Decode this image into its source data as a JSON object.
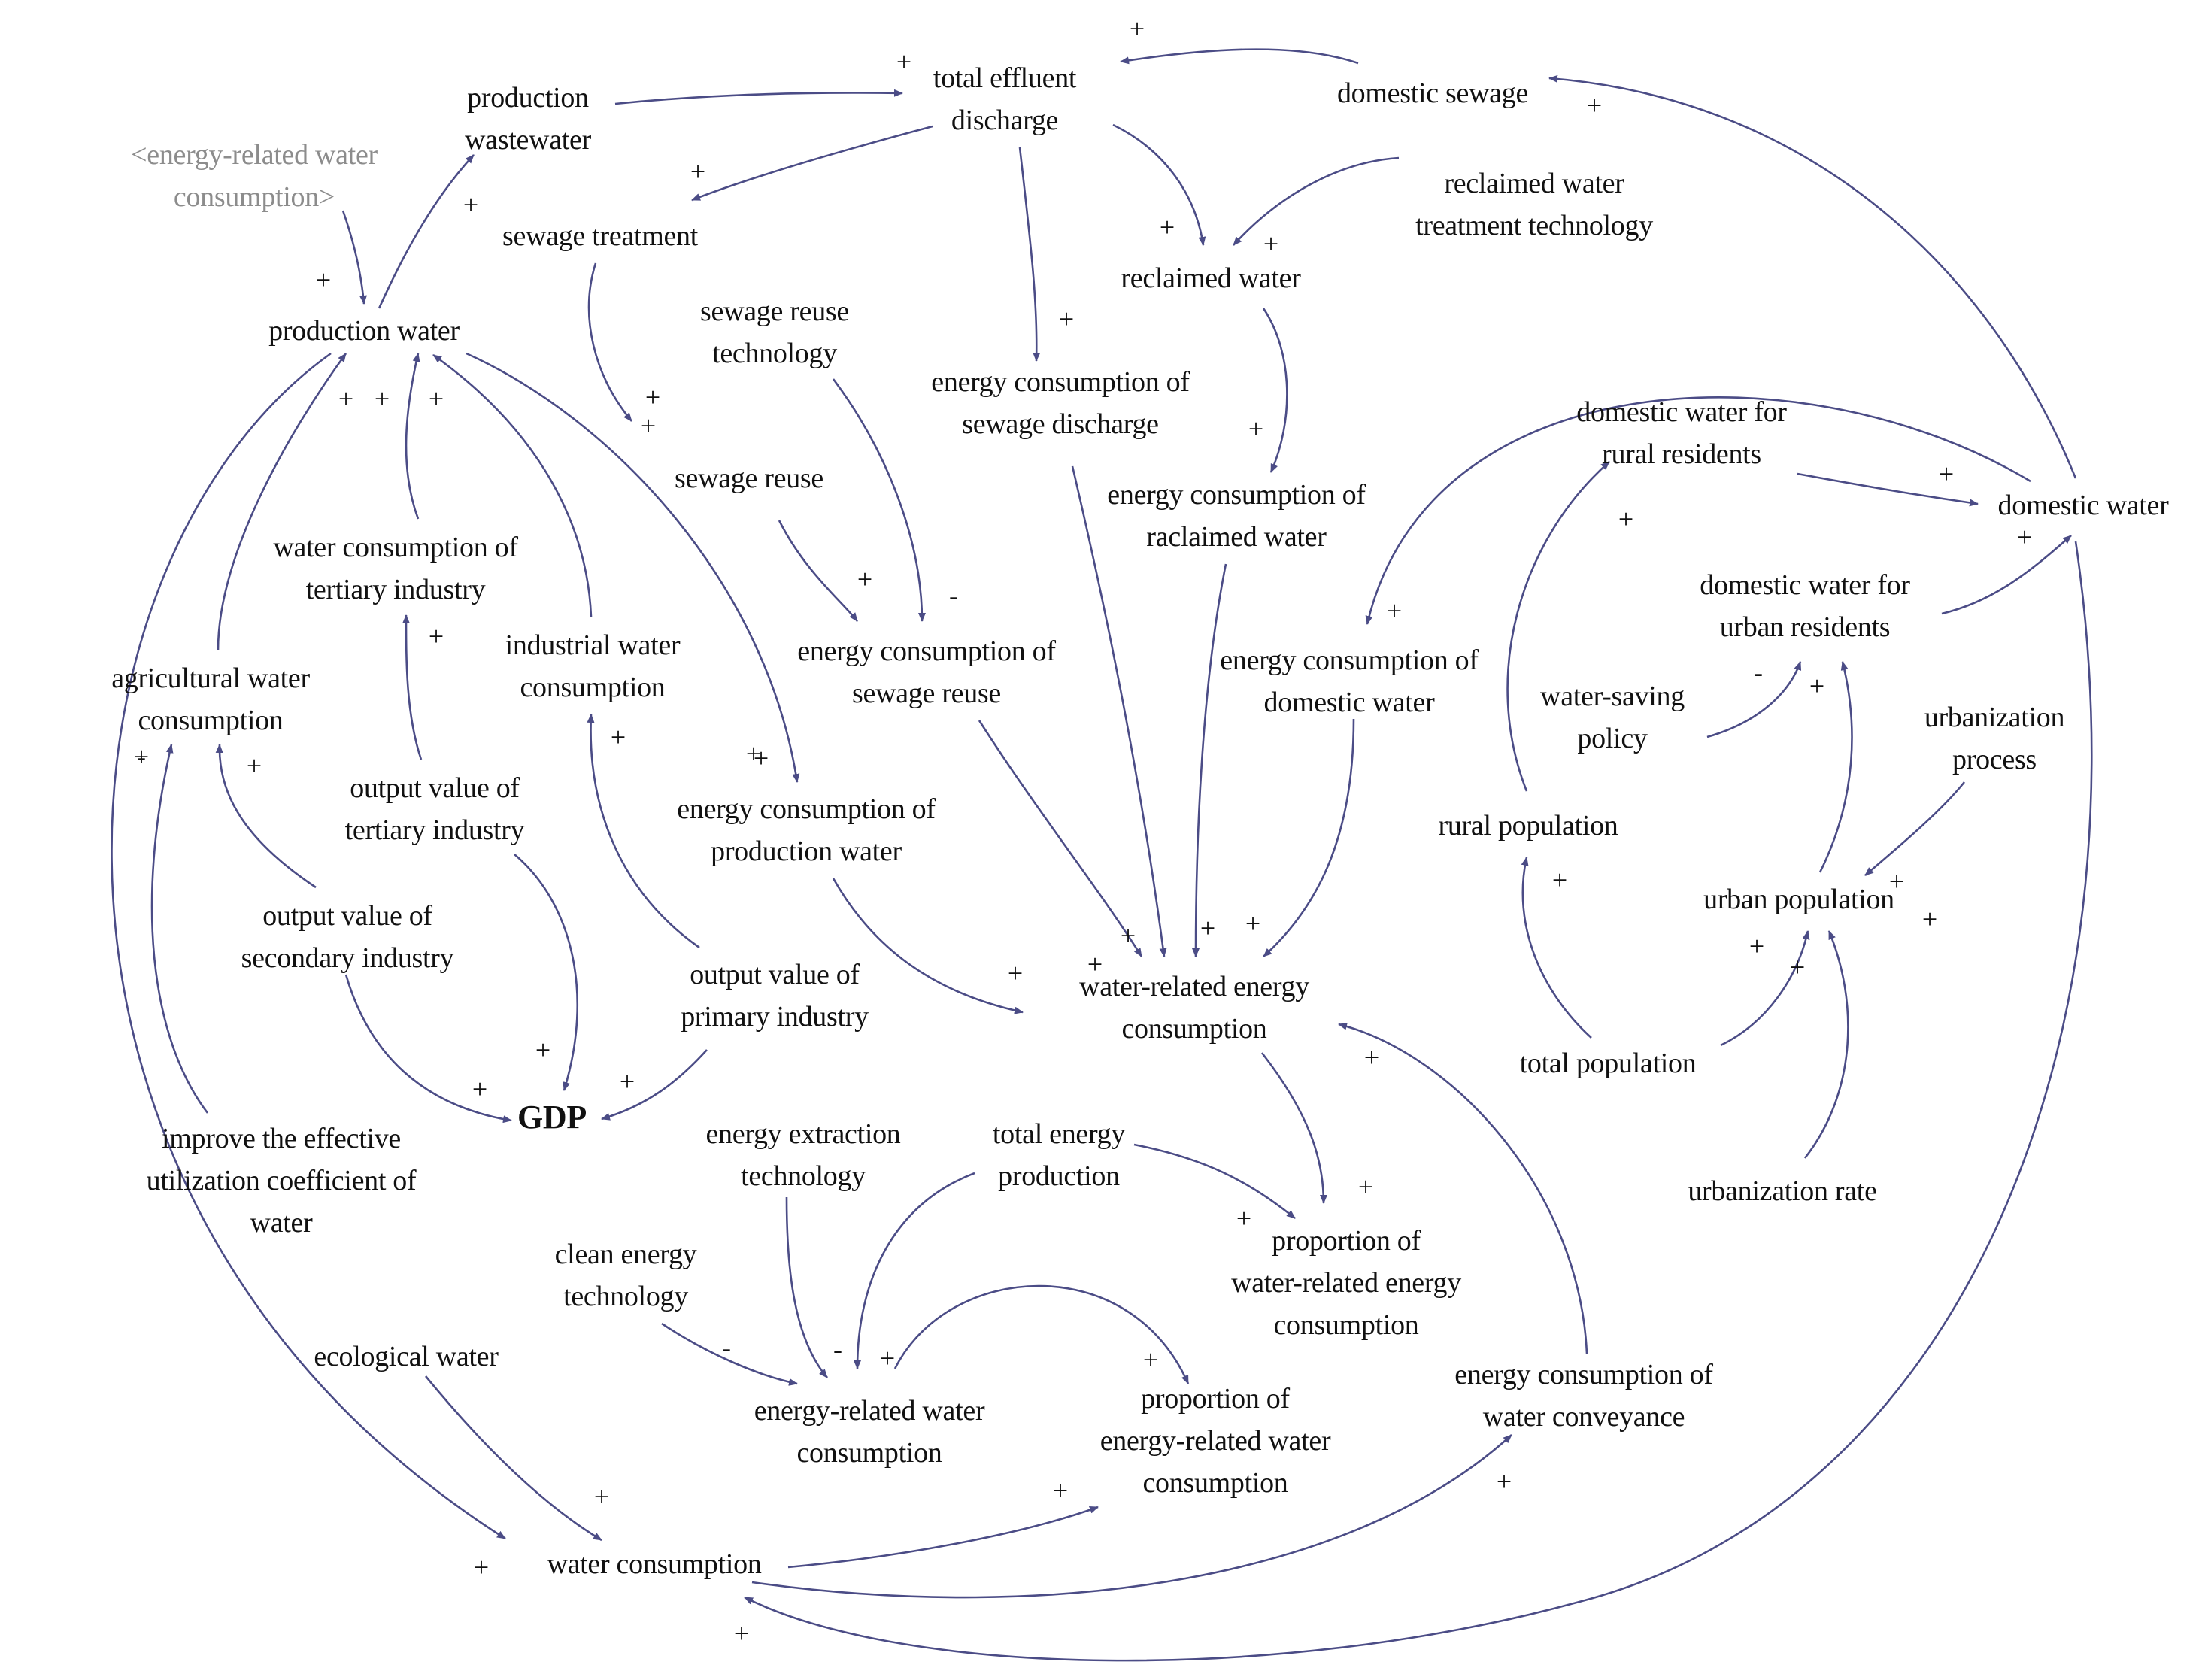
{
  "colors": {
    "link": "#4b4c86",
    "text": "#111111",
    "shadow_text": "#8c8c8c",
    "background": "#ffffff"
  },
  "nodes": {
    "total_effluent_discharge": "total effluent\ndischarge",
    "domestic_sewage": "domestic sewage",
    "production_wastewater": "production\nwastewater",
    "energy_related_water_consumption_shadow": "<energy-related water\nconsumption>",
    "sewage_treatment": "sewage treatment",
    "reclaimed_water_treatment_technology": "reclaimed water\ntreatment technology",
    "reclaimed_water": "reclaimed water",
    "production_water": "production water",
    "sewage_reuse_technology": "sewage reuse\ntechnology",
    "energy_consumption_of_sewage_discharge": "energy consumption of\nsewage discharge",
    "domestic_water_for_rural_residents": "domestic water for\nrural residents",
    "domestic_water": "domestic water",
    "sewage_reuse": "sewage reuse",
    "energy_consumption_of_raclaimed_water": "energy consumption of\nraclaimed water",
    "water_consumption_of_tertiary_industry": "water consumption of\ntertiary industry",
    "domestic_water_for_urban_residents": "domestic water for\nurban residents",
    "industrial_water_consumption": "industrial water\nconsumption",
    "energy_consumption_of_sewage_reuse": "energy consumption of\nsewage reuse",
    "energy_consumption_of_domestic_water": "energy consumption of\ndomestic water",
    "agricultural_water_consumption": "agricultural water\nconsumption",
    "water_saving_policy": "water-saving\npolicy",
    "urbanization_process": "urbanization\nprocess",
    "output_value_of_tertiary_industry": "output value of\ntertiary industry",
    "energy_consumption_of_production_water": "energy consumption of\nproduction water",
    "rural_population": "rural population",
    "urban_population": "urban population",
    "output_value_of_secondary_industry": "output value of\nsecondary industry",
    "output_value_of_primary_industry": "output value of\nprimary industry",
    "water_related_energy_consumption": "water-related energy\nconsumption",
    "total_population": "total population",
    "gdp": "GDP",
    "improve_effective_utilization": "improve the effective\nutilization coefficient of\nwater",
    "energy_extraction_technology": "energy extraction\ntechnology",
    "total_energy_production": "total energy\nproduction",
    "urbanization_rate": "urbanization rate",
    "proportion_of_water_related_energy_consumption": "proportion of\nwater-related energy\nconsumption",
    "clean_energy_technology": "clean energy\ntechnology",
    "ecological_water": "ecological water",
    "energy_consumption_of_water_conveyance": "energy consumption of\nwater conveyance",
    "energy_related_water_consumption": "energy-related water\nconsumption",
    "proportion_of_energy_related_water_consumption": "proportion of\nenergy-related water\nconsumption",
    "water_consumption": "water consumption"
  },
  "polarities": [
    "+",
    "+",
    "+",
    "+",
    "+",
    "+",
    "+",
    "+",
    "+",
    "+",
    "+",
    "+",
    "+",
    "+",
    "+",
    "-",
    "+",
    "+",
    "+",
    "+",
    "+",
    "+",
    "+",
    "+",
    "+",
    "-",
    "+",
    "+",
    "+",
    "-",
    "+",
    "+",
    "+",
    "+",
    "+",
    "+",
    "+",
    "+",
    "+",
    "+",
    "+",
    "+",
    "+",
    "+",
    "+",
    "+",
    "+",
    "+",
    "-",
    "-",
    "+",
    "+",
    "+",
    "+",
    "+",
    "+",
    "+"
  ]
}
